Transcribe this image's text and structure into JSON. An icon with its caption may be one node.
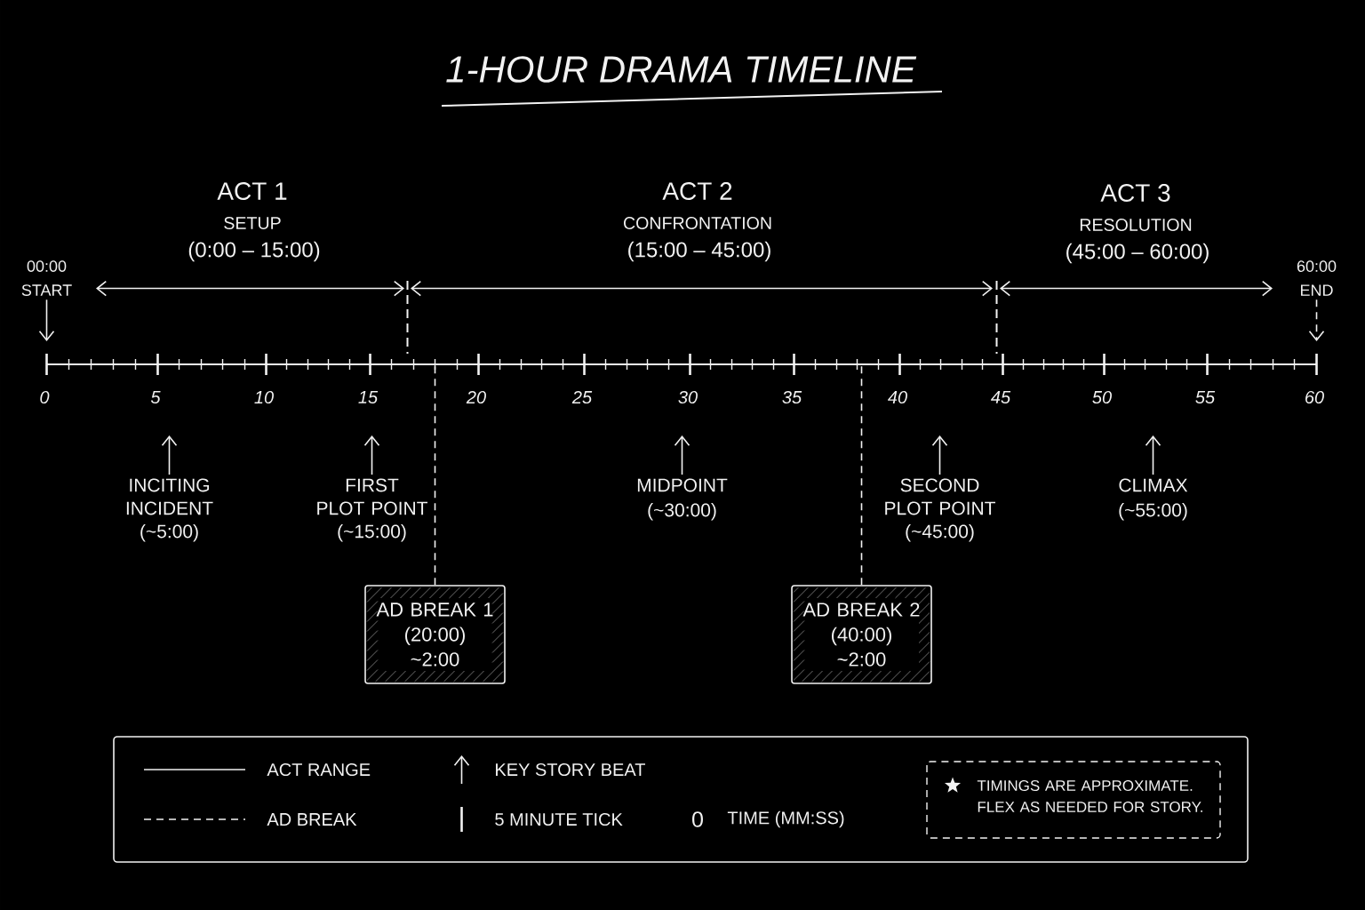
{
  "diagram": {
    "title": "1-HOUR DRAMA TIMELINE",
    "nodes": [
      {
        "text": [
          "00:00",
          "START"
        ]
      },
      {
        "text": [
          "60:00",
          "END"
        ]
      },
      {
        "text": [
          "INCITING INCIDENT",
          "(~5:00)"
        ]
      },
      {
        "text": [
          "FIRST PLOT POINT",
          "(~15:00)"
        ]
      },
      {
        "text": [
          "MIDPOINT",
          "(~30:00)"
        ]
      },
      {
        "text": [
          "SECOND PLOT POINT",
          "(~45:00)"
        ]
      },
      {
        "text": [
          "CLIMAX",
          "(~55:00)"
        ]
      },
      {
        "text": [
          "AD BREAK 1",
          "(20:00)",
          "~2:00"
        ]
      },
      {
        "text": [
          "AD BREAK 2",
          "(40:00)",
          "~2:00"
        ]
      },
      {
        "text": [
          "TIMINGS ARE APPROXIMATE. FLEX AS NEEDED FOR STORY."
        ]
      }
    ],
    "edges": [
      {
        "from": 0,
        "to": null,
        "arrow": "to"
      },
      {
        "from": 1,
        "to": null,
        "arrow": "to",
        "style": "dashed"
      },
      {
        "from": 2,
        "to": null,
        "arrow": "to"
      },
      {
        "from": 3,
        "to": null,
        "arrow": "to"
      },
      {
        "from": 4,
        "to": null,
        "arrow": "to"
      },
      {
        "from": 5,
        "to": null,
        "arrow": "to"
      },
      {
        "from": 6,
        "to": null,
        "arrow": "to"
      },
      {
        "from": 7,
        "to": null,
        "arrow": "none",
        "style": "dashed"
      },
      {
        "from": 8,
        "to": null,
        "arrow": "none",
        "style": "dashed"
      }
    ],
    "labels": [
      "ACT 1",
      "SETUP",
      "(0:00 – 15:00)",
      "ACT 2",
      "CONFRONTATION",
      "(15:00 – 45:00)",
      "ACT 3",
      "RESOLUTION",
      "(45:00 – 60:00)",
      "0",
      "5",
      "10",
      "15",
      "20",
      "25",
      "30",
      "35",
      "40",
      "45",
      "50",
      "55",
      "60",
      "0"
    ],
    "legend": [
      {
        "text": "ACT RANGE"
      },
      {
        "text": "KEY STORY BEAT"
      },
      {
        "text": "AD BREAK"
      },
      {
        "text": "5 MINUTE TICK"
      },
      {
        "text": "TIME (MM:SS)"
      }
    ]
  }
}
